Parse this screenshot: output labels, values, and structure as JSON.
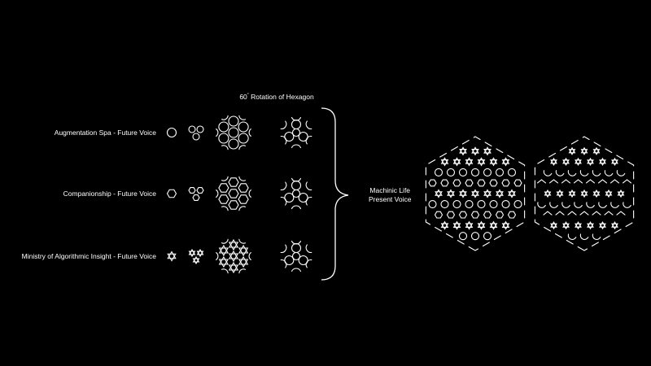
{
  "title": {
    "number": "60",
    "degree": "°",
    "text": "Rotation of Hexagon"
  },
  "rows": [
    {
      "label": "Augmentation Spa - Future Voice",
      "motif": "circle"
    },
    {
      "label": "Companionship - Future Voice",
      "motif": "hexagon"
    },
    {
      "label": "Ministry of Algorithmic Insight - Future Voice",
      "motif": "star"
    }
  ],
  "result": {
    "line1": "Machinic Life",
    "line2": "Present Voice"
  },
  "colors": {
    "background": "#000000",
    "stroke": "#ffffff"
  }
}
